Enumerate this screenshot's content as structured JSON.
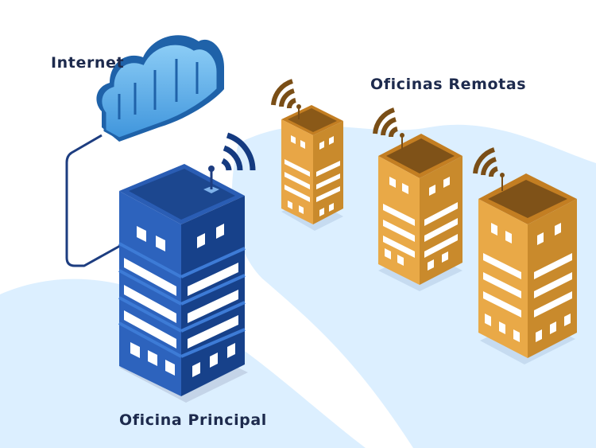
{
  "labels": {
    "internet": "Internet",
    "remote_offices": "Oficinas Remotas",
    "main_office": "Oficina Principal"
  },
  "colors": {
    "background_wave": "#dcefff",
    "cloud": "#5aaeea",
    "cloud_dark": "#1f62a9",
    "main_building": "#2455a8",
    "main_building_dark": "#163b7e",
    "remote_building": "#e7a23c",
    "remote_building_dark": "#7a4e16",
    "cable": "#1d3d80",
    "text": "#1d2a4d"
  },
  "icons": [
    "cloud-icon",
    "wifi-signal-icon",
    "antenna-icon",
    "building-icon"
  ]
}
